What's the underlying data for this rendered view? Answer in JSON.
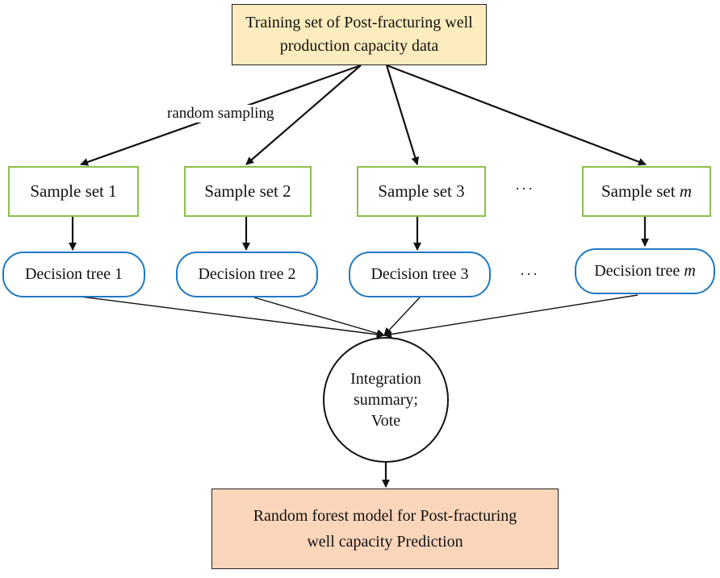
{
  "training_set": {
    "line1": "Training set of  Post-fracturing well",
    "line2": "production capacity data"
  },
  "sampling_label": "random sampling",
  "samples": [
    {
      "label": "Sample set 1"
    },
    {
      "label": "Sample set 2"
    },
    {
      "label": "Sample set 3"
    },
    {
      "label": "Sample set ",
      "var": "m"
    }
  ],
  "trees": [
    {
      "label": "Decision tree 1"
    },
    {
      "label": "Decision tree 2"
    },
    {
      "label": "Decision tree 3"
    },
    {
      "label": "Decision tree ",
      "var": "m"
    }
  ],
  "ellipsis": "···",
  "integration": {
    "line1": "Integration",
    "line2": "summary;",
    "line3": "Vote"
  },
  "result": {
    "line1": "Random forest model for Post-fracturing",
    "line2": "well capacity Prediction"
  },
  "colors": {
    "training_fill": "#fdecbd",
    "sample_border": "#8cc04b",
    "tree_border": "#1f79c1",
    "result_fill": "#fbd6bb"
  }
}
